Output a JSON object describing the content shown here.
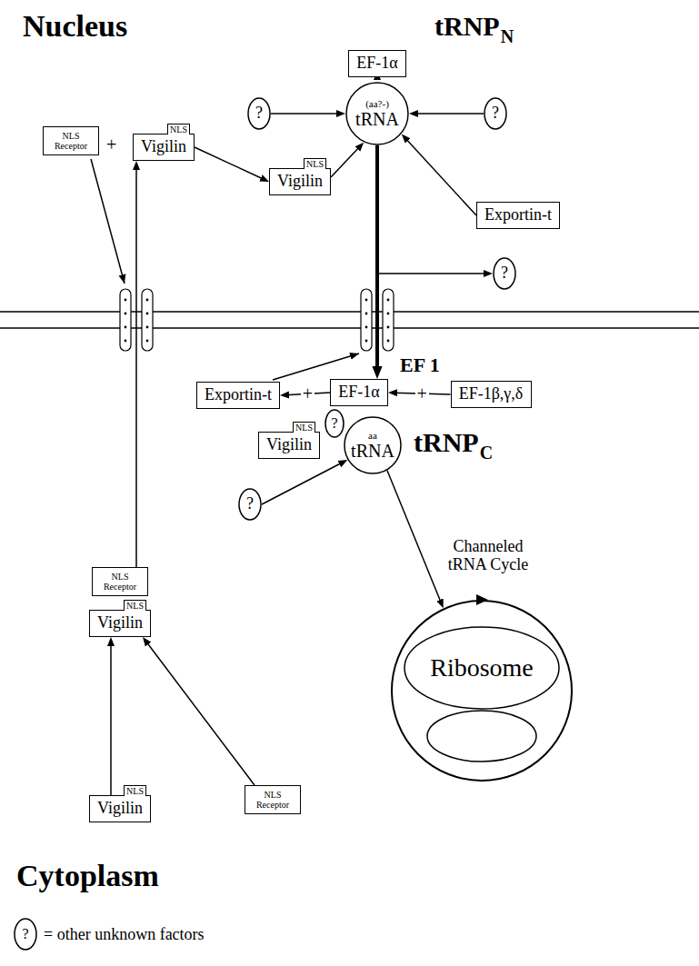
{
  "diagram": {
    "nodes": [
      {
        "text": [
          "(aa?-)",
          "tRNA"
        ]
      },
      {
        "text": [
          "EF-1α"
        ]
      },
      {
        "text": [
          "?"
        ]
      },
      {
        "text": [
          "?"
        ]
      },
      {
        "text": [
          "NLS",
          "Vigilin"
        ]
      },
      {
        "text": [
          "Exportin-t"
        ]
      },
      {
        "text": [
          "NLS Receptor"
        ]
      },
      {
        "text": [
          "NLS",
          "Vigilin"
        ]
      },
      {
        "text": [
          "?"
        ]
      },
      {
        "text": [
          "Exportin-t"
        ]
      },
      {
        "text": [
          "?"
        ]
      },
      {
        "text": [
          "EF-1α"
        ]
      },
      {
        "text": [
          "EF-1β,γ,δ"
        ]
      },
      {
        "text": [
          "aa",
          "tRNA"
        ]
      },
      {
        "text": [
          "NLS",
          "Vigilin"
        ]
      },
      {
        "text": [
          "?"
        ]
      },
      {
        "text": [
          "Ribosome"
        ]
      },
      {
        "text": [
          "NLS Receptor"
        ]
      },
      {
        "text": [
          "NLS",
          "Vigilin"
        ]
      },
      {
        "text": [
          "NLS",
          "Vigilin"
        ]
      },
      {
        "text": [
          "NLS Receptor"
        ]
      }
    ],
    "edges": [
      {
        "from": 1,
        "to": 0,
        "arrow": "to"
      },
      {
        "from": 2,
        "to": 0,
        "arrow": "to"
      },
      {
        "from": 3,
        "to": 0,
        "arrow": "to"
      },
      {
        "from": 4,
        "to": 0,
        "arrow": "to"
      },
      {
        "from": 5,
        "to": 0,
        "arrow": "to"
      },
      {
        "from": 7,
        "to": 4,
        "arrow": "to"
      },
      {
        "from": 17,
        "to": 7,
        "arrow": "to"
      },
      {
        "from": 0,
        "to": 8,
        "arrow": "to"
      },
      {
        "from": 0,
        "to": 11,
        "arrow": "to"
      },
      {
        "from": 12,
        "to": 11,
        "label": "+",
        "arrow": "to"
      },
      {
        "from": 11,
        "to": 9,
        "label": "+",
        "arrow": "to"
      },
      {
        "from": 15,
        "to": 13,
        "arrow": "to"
      },
      {
        "from": 13,
        "to": 16,
        "arrow": "to"
      },
      {
        "from": 19,
        "to": 18,
        "arrow": "to"
      },
      {
        "from": 20,
        "to": 18,
        "arrow": "to"
      }
    ],
    "labels": [
      "Nucleus",
      "tRNP",
      "N",
      "+",
      "EF 1",
      "tRNP",
      "C",
      "Channeled tRNA Cycle",
      "Cytoplasm",
      "?"
    ],
    "legend": [
      {
        "text": "= other unknown factors"
      }
    ]
  }
}
